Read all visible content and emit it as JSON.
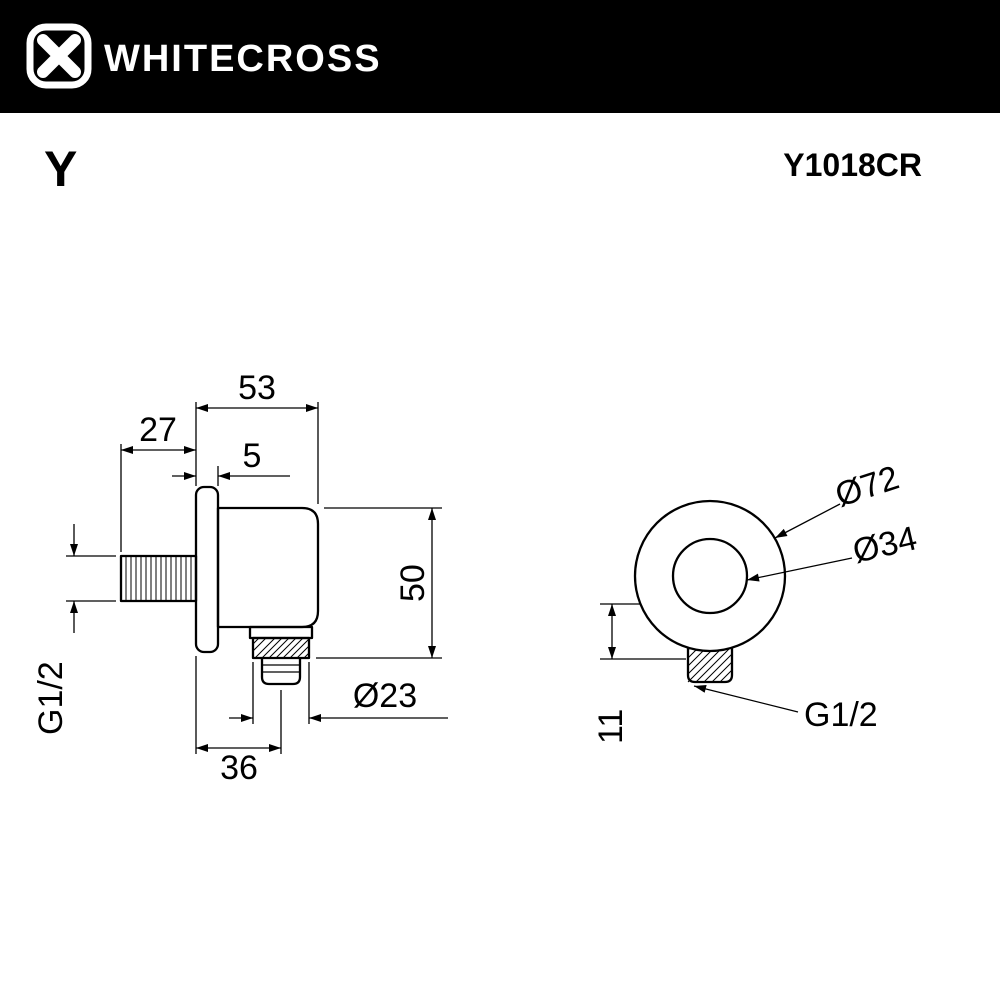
{
  "header": {
    "brand": "WHITECROSS"
  },
  "title": {
    "series": "Y",
    "model": "Y1018CR"
  },
  "side_view": {
    "dim_53": "53",
    "dim_27": "27",
    "dim_5": "5",
    "dim_50": "50",
    "dim_d23": "Ø23",
    "dim_36": "36",
    "thread": "G1/2"
  },
  "front_view": {
    "dim_d72": "Ø72",
    "dim_d34": "Ø34",
    "dim_11": "11",
    "thread": "G1/2"
  },
  "colors": {
    "line": "#000000",
    "background": "#ffffff",
    "header_bg": "#000000",
    "header_fg": "#ffffff"
  }
}
